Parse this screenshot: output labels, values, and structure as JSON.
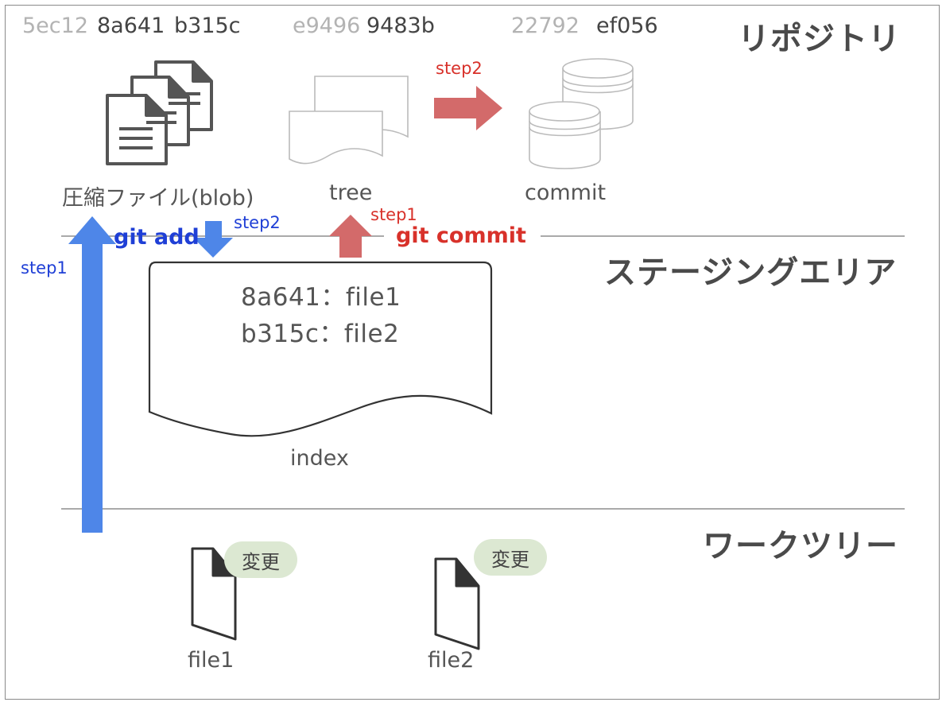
{
  "repository": {
    "title": "リポジトリ",
    "hashes": [
      {
        "text": "5ec12",
        "tone": "light"
      },
      {
        "text": "8a641",
        "tone": "dark"
      },
      {
        "text": "b315c",
        "tone": "dark"
      },
      {
        "text": "e9496",
        "tone": "light"
      },
      {
        "text": "9483b",
        "tone": "dark"
      },
      {
        "text": "22792",
        "tone": "light"
      },
      {
        "text": "ef056",
        "tone": "dark"
      }
    ],
    "blob_label": "圧縮ファイル(blob)",
    "tree_label": "tree",
    "commit_label": "commit",
    "step2_red": "step2"
  },
  "staging": {
    "title": "ステージングエリア",
    "git_add": "git add",
    "git_commit": "git commit",
    "step1_red": "step1",
    "step2_blue": "step2",
    "index_lines": [
      "8a641：file1",
      "b315c：file2"
    ],
    "index_label": "index"
  },
  "worktree": {
    "title": "ワークツリー",
    "step1_blue": "step1",
    "files": [
      {
        "label": "file1",
        "badge": "変更"
      },
      {
        "label": "file2",
        "badge": "変更"
      }
    ]
  },
  "colors": {
    "blue_arrow": "#4e86e8",
    "red_arrow": "#d36a6a",
    "divider": "#777777",
    "badge_bg": "#dce8d2"
  }
}
